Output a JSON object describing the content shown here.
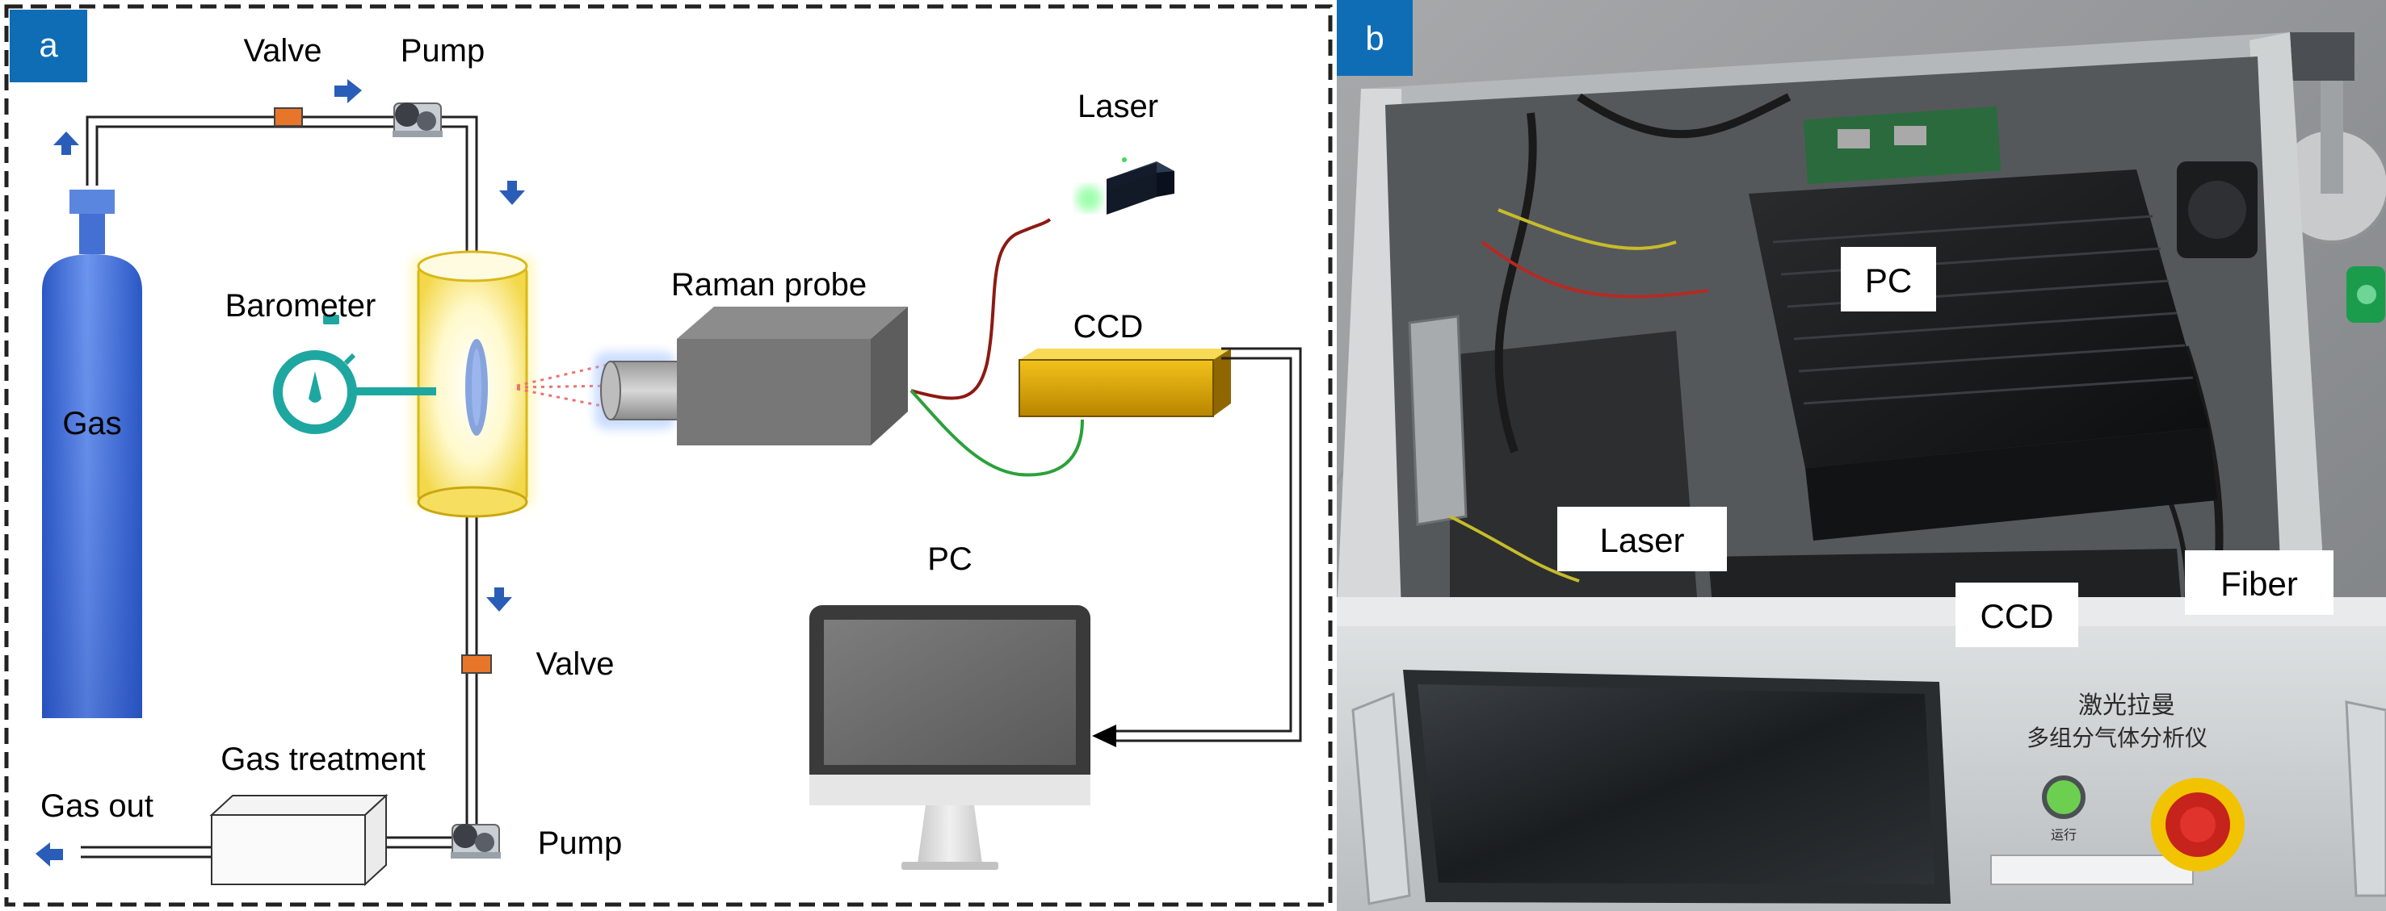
{
  "panel_a": {
    "badge": "a",
    "labels": {
      "valve_top": "Valve",
      "pump_top": "Pump",
      "laser": "Laser",
      "raman_probe": "Raman probe",
      "barometer": "Barometer",
      "ccd": "CCD",
      "gas": "Gas",
      "pc": "PC",
      "valve_bottom": "Valve",
      "gas_treatment": "Gas treatment",
      "gas_out": "Gas out",
      "pump_bottom": "Pump"
    }
  },
  "panel_b": {
    "badge": "b",
    "labels": {
      "pc": "PC",
      "laser": "Laser",
      "ccd": "CCD",
      "fiber": "Fiber"
    },
    "panel_text": {
      "line1": "激光拉曼",
      "line2": "多组分气体分析仪",
      "button_label": "运行"
    }
  },
  "colors": {
    "badge_blue": "#0f6db5",
    "arrow_blue": "#2a5db8",
    "valve_orange": "#e8762a",
    "gas_cylinder": "#3a6fd8",
    "ccd_gold": "#d9a400",
    "barometer_teal": "#1ea7a0",
    "laser_red_wire": "#8c1a12",
    "ccd_green_wire": "#2aa13a"
  }
}
